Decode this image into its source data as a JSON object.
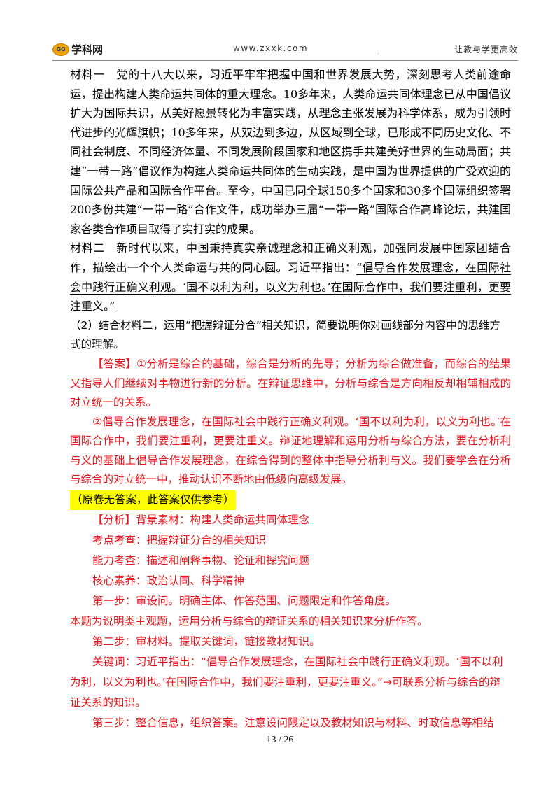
{
  "header": {
    "logo_badge": "GG",
    "logo_text": "学科网",
    "site": "www.zxxk.com",
    "slogan": "让教与学更高效"
  },
  "material1": {
    "text": "材料一　党的十八大以来，习近平牢牢把握中国和世界发展大势，深刻思考人类前途命运，提出构建人类命运共同体的重大理念。10多年来，人类命运共同体理念已从中国倡议扩大为国际共识，从美好愿景转化为丰富实践，从理念主张发展为科学体系，成为引领时代进步的光辉旗帜；10多年来，从双边到多边，从区域到全球，已形成不同历史文化、不同社会制度、不同经济体量、不同发展阶段国家和地区携手共建美好世界的生动局面；共建“一带一路”倡议作为构建人类命运共同体的生动实践，是中国为世界提供的广受欢迎的国际公共产品和国际合作平台。至今，中国已同全球150多个国家和30多个国际组织签署200多份共建“一带一路”合作文件，成功举办三届“一带一路”国际合作高峰论坛，共建国家各类合作项目取得了实打实的成果。"
  },
  "material2": {
    "text_plain": "材料二　新时代以来，中国秉持真实亲诚理念和正确义利观，加强同发展中国家团结合作，描绘出一个个人类命运与共的同心圆。习近平指出：",
    "text_underlined": "“倡导合作发展理念，在国际社会中践行正确义利观。‘国不以利为利，以义为利也。’在国际合作中，我们要注重利，更要注重义。”"
  },
  "question": "（2）结合材料二，运用“把握辩证分合”相关知识，简要说明你对画线部分内容中的思维方式的理解。",
  "answer": {
    "p1": "【答案】①分析是综合的基础，综合是分析的先导；分析为综合做准备，而综合的结果又指导人们继续对事物进行新的分析。在辩证思维中，分析与综合是方向相反却相辅相成的对立统一的关系。",
    "p2": "②倡导合作发展理念，在国际社会中践行正确义利观。‘国不以利为利，以义为利也。’在国际合作中，我们要注重利，更要注重义。辩证地理解和运用分析与综合方法，要在分析利与义的基础上倡导合作发展理念，在综合得到的整体中指导分析利与义。我们要学会在分析与综合的对立统一中，推动认识不断地由低级向高级发展。",
    "note": "（原卷无答案，此答案仅供参考）"
  },
  "analysis": {
    "lines": [
      "【分析】背景素材：构建人类命运共同体理念",
      "考点考查：把握辩证分合的相关知识",
      "能力考查：描述和阐释事物、论证和探究问题",
      "核心素养：政治认同、科学精神",
      "第一步：审设问。明确主体、作答范围、问题限定和作答角度。",
      "本题为说明类主观题，运用分析与综合的辩证关系的相关知识来分析作答。",
      "第二步：审材料。提取关键词，链接教材知识。",
      "关键词：习近平指出：“倡导合作发展理念，在国际社会中践行正确义利观。‘国不以利为利，以义为利也。’在国际合作中，我们要注重利，更要注重义。”→可联系分析与综合的辩证关系的知识。",
      "第三步：整合信息，组织答案。注意设问限定以及教材知识与材料、时政信息等相结"
    ]
  },
  "footer": {
    "page_number": "13 / 26"
  }
}
